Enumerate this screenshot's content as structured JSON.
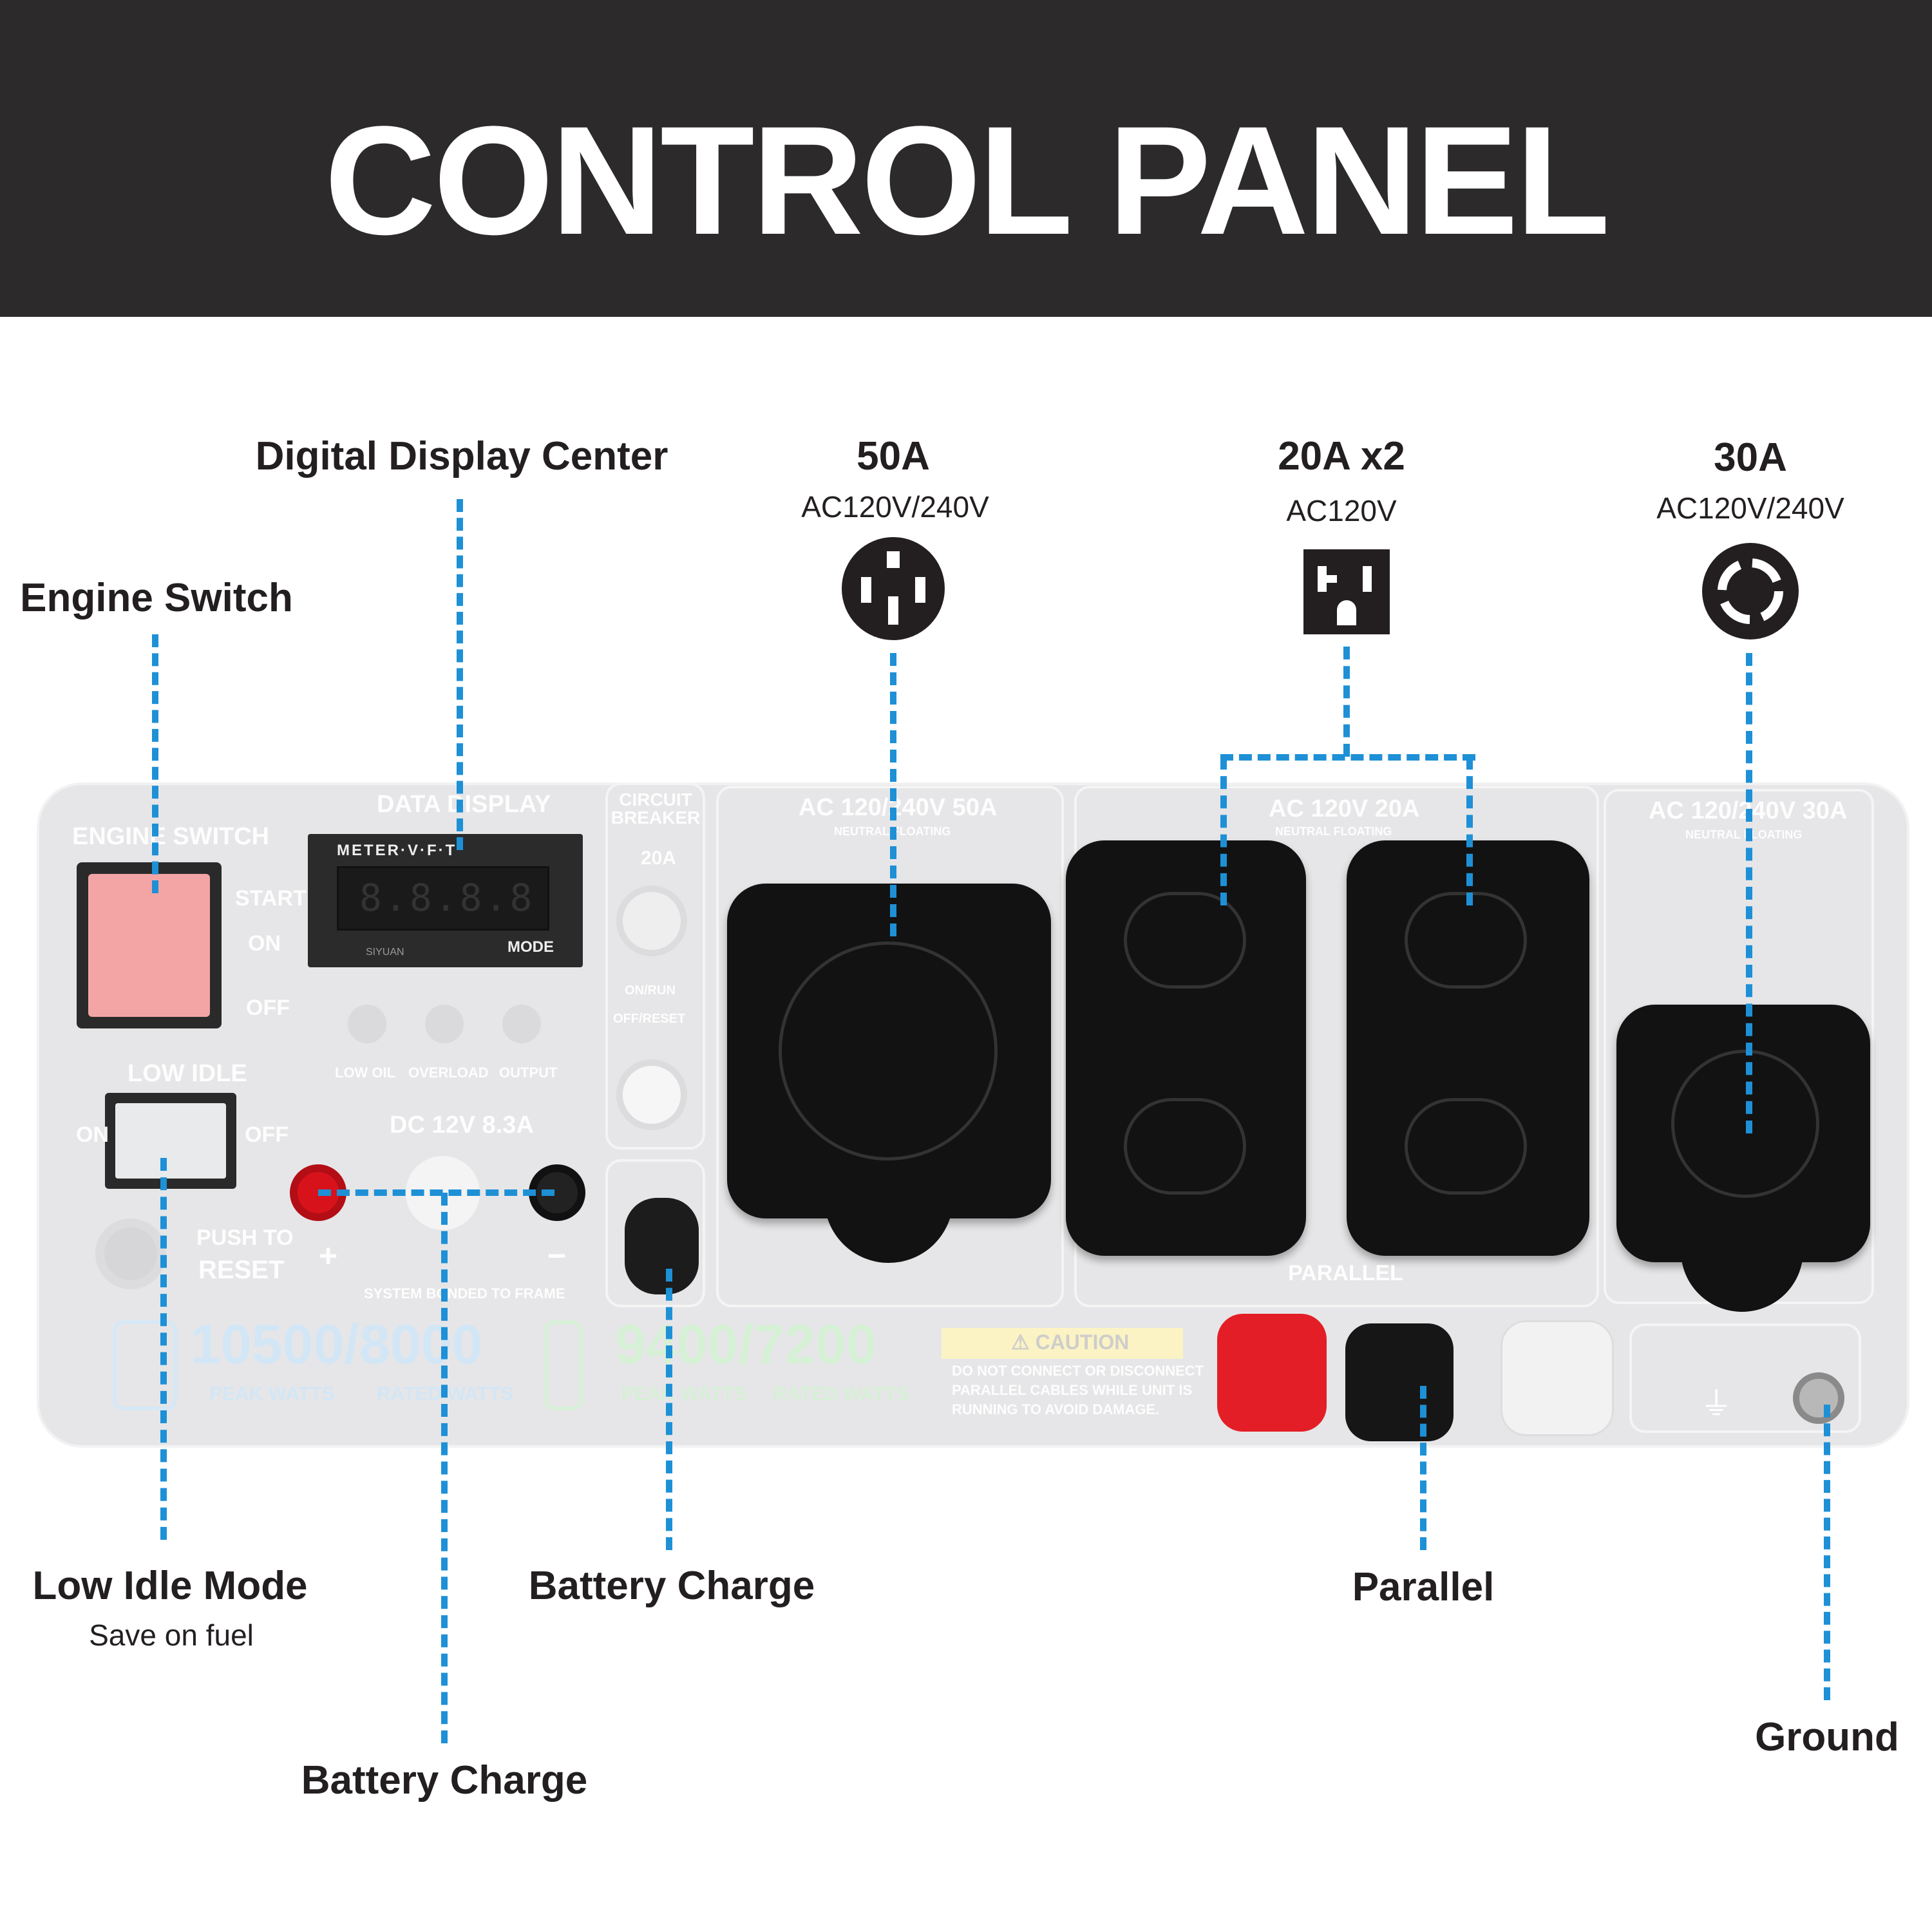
{
  "title": "CONTROL PANEL",
  "callouts": {
    "digital_display": "Digital Display Center",
    "engine_switch": "Engine Switch",
    "outlet_50a": {
      "label": "50A",
      "voltage": "AC120V/240V",
      "icon": "nema-14-50-icon"
    },
    "outlet_20a": {
      "label": "20A x2",
      "voltage": "AC120V",
      "icon": "nema-5-20-icon"
    },
    "outlet_30a": {
      "label": "30A",
      "voltage": "AC120V/240V",
      "icon": "l14-30-twistlock-icon"
    },
    "low_idle": {
      "label": "Low Idle Mode",
      "sub": "Save on fuel"
    },
    "battery_charge_usb": "Battery Charge",
    "battery_charge_dc": "Battery Charge",
    "parallel": "Parallel",
    "ground": "Ground"
  },
  "panel": {
    "engine_switch": "ENGINE SWITCH",
    "start": "START",
    "on": "ON",
    "off": "OFF",
    "low_idle": "LOW IDLE",
    "low_idle_on": "ON",
    "low_idle_off": "OFF",
    "push_to": "PUSH TO",
    "reset": "RESET",
    "data_display": "DATA DISPLAY",
    "meter": "METER·V·F·T",
    "mode": "MODE",
    "brand": "SIYUAN",
    "digits": "8.8.8.8",
    "lamps": [
      "LOW OIL",
      "OVERLOAD",
      "OUTPUT"
    ],
    "dc": "DC 12V 8.3A",
    "plus": "+",
    "minus": "−",
    "bonded": "SYSTEM BONDED TO FRAME",
    "breaker": "CIRCUIT BREAKER",
    "breaker_amps": "20A",
    "on_run": "ON/RUN",
    "off_reset": "OFF/RESET",
    "ac50": "AC 120/240V 50A",
    "ac20": "AC 120V 20A",
    "ac30": "AC 120/240V 30A",
    "neutral": "NEUTRAL FLOATING",
    "parallel": "PARALLEL",
    "caution": "⚠ CAUTION",
    "caution_text": [
      "DO NOT CONNECT OR DISCONNECT",
      "PARALLEL CABLES WHILE UNIT IS",
      "RUNNING TO AVOID DAMAGE."
    ],
    "gas_watts": "10500/8000",
    "propane_watts": "9400/7200",
    "peak": "PEAK WATTS",
    "rated": "RATED WATTS"
  },
  "colors": {
    "accent": "#1e90d6",
    "header": "#2d2a2b"
  }
}
